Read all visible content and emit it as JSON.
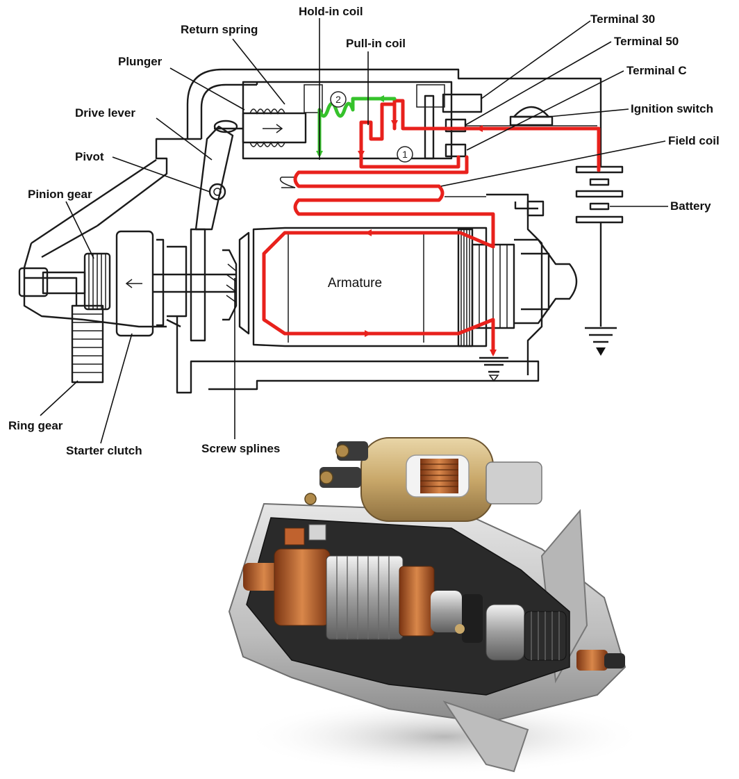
{
  "labels": {
    "hold_in_coil": "Hold-in coil",
    "return_spring": "Return spring",
    "pull_in_coil": "Pull-in coil",
    "plunger": "Plunger",
    "drive_lever": "Drive lever",
    "pivot": "Pivot",
    "pinion_gear": "Pinion gear",
    "ring_gear": "Ring gear",
    "starter_clutch": "Starter clutch",
    "screw_splines": "Screw splines",
    "terminal_30": "Terminal 30",
    "terminal_50": "Terminal 50",
    "terminal_c": "Terminal C",
    "ignition_switch": "Ignition switch",
    "field_coil": "Field coil",
    "battery": "Battery",
    "armature": "Armature"
  },
  "circuit_markers": {
    "one": "1",
    "two": "2"
  },
  "colors": {
    "current_path": "#e8211c",
    "pull_in_path": "#35c22b",
    "line_art": "#1b1b1b",
    "brass": "#c9a86a",
    "copper": "#c0622e",
    "housing": "#c8c8c8"
  }
}
